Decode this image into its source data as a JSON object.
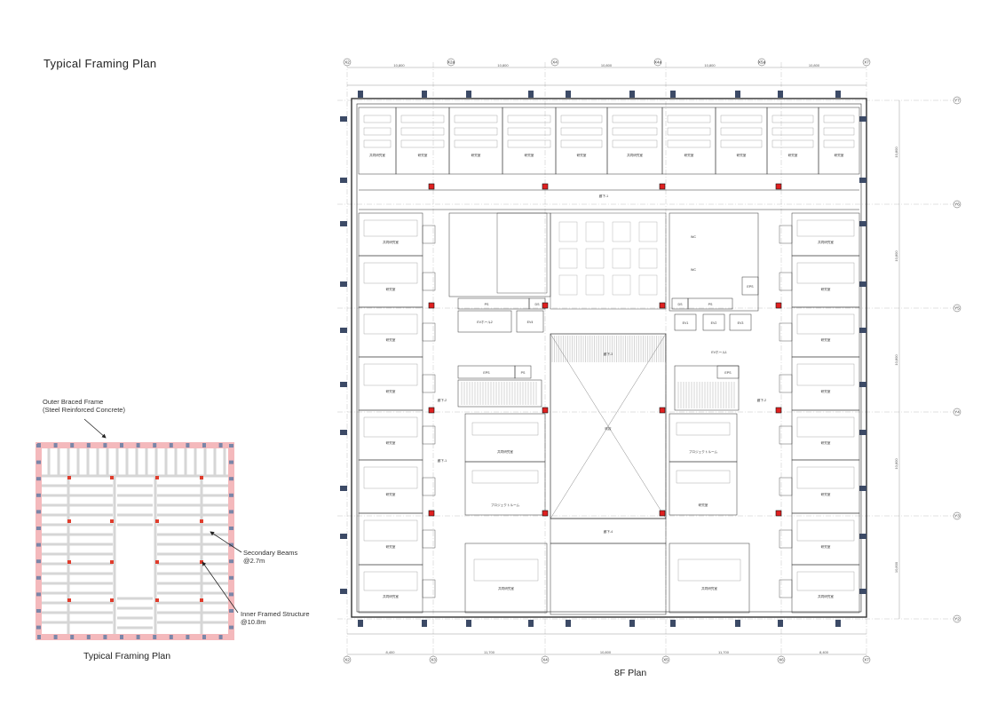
{
  "header": {
    "title": "Typical Framing Plan"
  },
  "left_diagram": {
    "caption": "Typical Framing Plan",
    "annotations": {
      "outer_frame_line1": "Outer Braced Frame",
      "outer_frame_line2": "(Steel Reinforced Concrete)",
      "secondary_line1": "Secondary Beams",
      "secondary_line2": "@2.7m",
      "inner_line1": "Inner Framed Structure",
      "inner_line2": "@10.8m"
    },
    "colors": {
      "outer_frame": "#f4b9bc",
      "column": "#7a86a8",
      "inner_column": "#e03c2c",
      "beam": "#d6d6d6"
    }
  },
  "right_plan": {
    "caption": "8F Plan",
    "top_grid_labels": [
      "X2",
      "X2a",
      "X4",
      "X4a",
      "X5",
      "X5a",
      "X7"
    ],
    "bottom_grid_labels": [
      "X2",
      "X3",
      "X4",
      "X5",
      "X6",
      "X7"
    ],
    "right_grid_labels": [
      "Y7",
      "Y6",
      "Y5",
      "Y4",
      "Y3",
      "Y2"
    ],
    "top_dimensions": [
      "10,800",
      "10,800",
      "10,800",
      "10,800",
      "10,800",
      "10,800"
    ],
    "bottom_dimensions": [
      "8,400",
      "11,700",
      "10,800",
      "11,700",
      "8,400"
    ],
    "right_dimensions": [
      "10,800",
      "10,800",
      "10,800",
      "10,800",
      "10,800"
    ],
    "room_labels": {
      "void": "吹抜",
      "elevator_hall_1": "EVホール1",
      "elevator_hall_2": "EVホール2",
      "eps": "EPS",
      "ps": "PS",
      "ds": "DS",
      "corridor_1": "廊下-1",
      "corridor_2": "廊下-2",
      "corridor_3": "廊下-3",
      "corridor_4": "廊下-4",
      "lab": "研究室",
      "joint_lab": "共同研究室",
      "project_room": "プロジェクトルーム",
      "wc": "WC",
      "ev1": "EV1",
      "ev2": "EV2",
      "ev3": "EV3",
      "ev4": "EV4"
    },
    "colors": {
      "column": "#3c4a66",
      "red_column": "#e02020",
      "wall": "#333333",
      "grid": "#999999"
    }
  }
}
